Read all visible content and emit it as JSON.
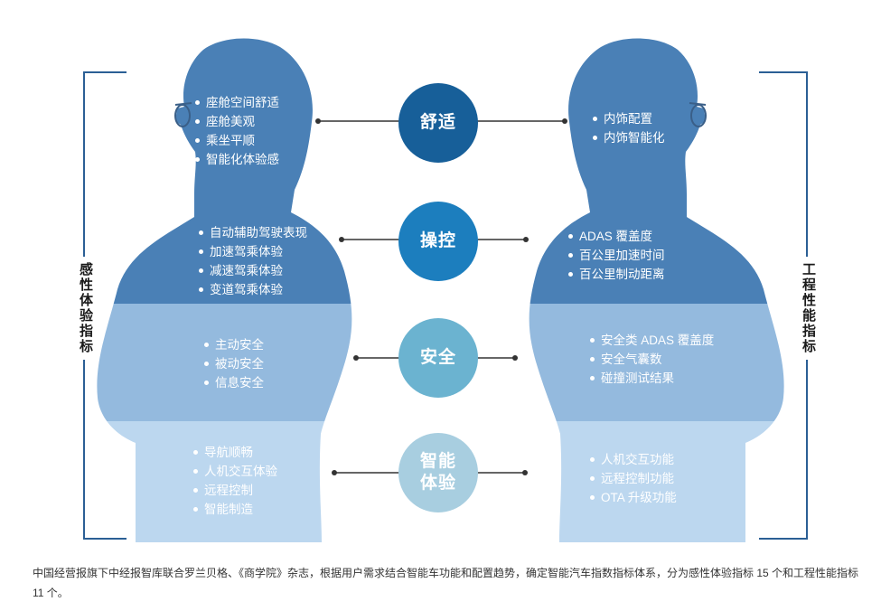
{
  "colors": {
    "band1": "#4a80b6",
    "band2": "#6c9dca",
    "band3": "#94bade",
    "band4": "#bcd7ef",
    "circle_comfort": "#175f99",
    "circle_control": "#1c7ebe",
    "circle_safety": "#6bb3d0",
    "circle_smart": "#a8cee0",
    "bracket": "#2b5f95",
    "connector": "#333333"
  },
  "left_label": "感性体验指标",
  "right_label": "工程性能指标",
  "categories": [
    {
      "name": "舒适",
      "left": [
        "座舱空间舒适",
        "座舱美观",
        "乘坐平顺",
        "智能化体验感"
      ],
      "right": [
        "内饰配置",
        "内饰智能化"
      ]
    },
    {
      "name": "操控",
      "left": [
        "自动辅助驾驶表现",
        "加速驾乘体验",
        "减速驾乘体验",
        "变道驾乘体验"
      ],
      "right": [
        "ADAS 覆盖度",
        "百公里加速时间",
        "百公里制动距离"
      ]
    },
    {
      "name": "安全",
      "left": [
        "主动安全",
        "被动安全",
        "信息安全"
      ],
      "right": [
        "安全类 ADAS 覆盖度",
        "安全气囊数",
        "碰撞测试结果"
      ]
    },
    {
      "name": "智能体验",
      "name_line1": "智能",
      "name_line2": "体验",
      "left": [
        "导航顺畅",
        "人机交互体验",
        "远程控制",
        "智能制造"
      ],
      "right": [
        "人机交互功能",
        "远程控制功能",
        "OTA 升级功能"
      ]
    }
  ],
  "caption": "中国经营报旗下中经报智库联合罗兰贝格、《商学院》杂志，根据用户需求结合智能车功能和配置趋势，确定智能汽车指数指标体系，分为感性体验指标 15 个和工程性能指标 11 个。"
}
